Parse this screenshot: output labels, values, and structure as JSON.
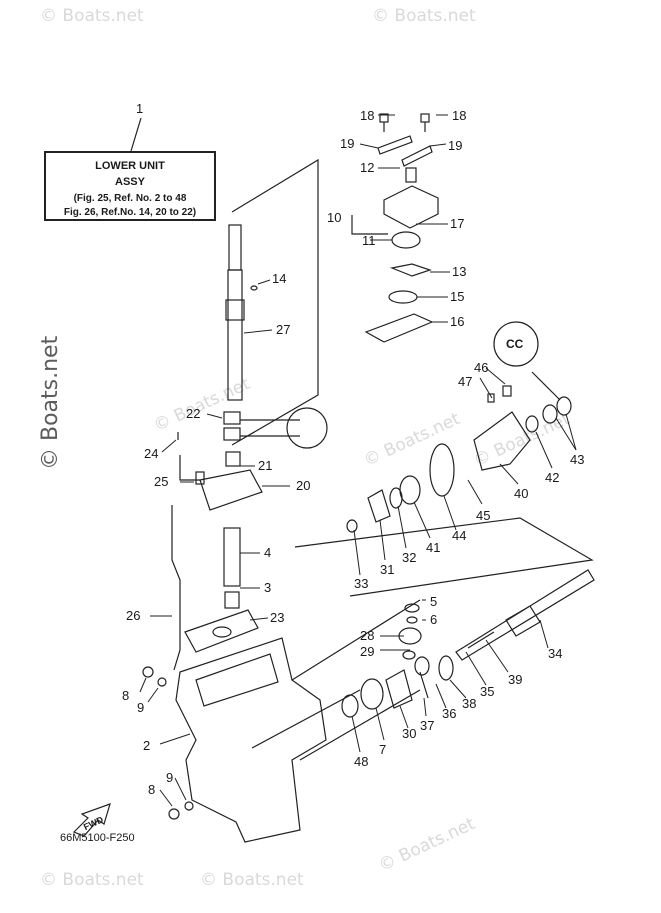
{
  "watermark": {
    "top_left": "© Boats.net",
    "top_right": "© Boats.net",
    "center_left": "© Boats.net",
    "center": "© Boats.net",
    "center_right": "© Boats.net",
    "bottom_left": "© Boats.net",
    "bottom_center": "© Boats.net",
    "bottom_right": "© Boats.net",
    "side": "© Boats.net"
  },
  "title_box": {
    "line1": "LOWER UNIT",
    "line2": "ASSY",
    "line3": "(Fig. 25, Ref. No. 2 to 48",
    "line4": "Fig. 26, Ref.No. 14, 20 to 22)"
  },
  "fwd_label": "FWD",
  "cc_label": "CC",
  "caption": "66M5100-F250",
  "callouts": [
    "1",
    "2",
    "3",
    "4",
    "5",
    "6",
    "7",
    "8",
    "9",
    "10",
    "11",
    "12",
    "13",
    "14",
    "15",
    "16",
    "17",
    "18",
    "19",
    "20",
    "21",
    "22",
    "23",
    "24",
    "25",
    "26",
    "27",
    "28",
    "29",
    "30",
    "31",
    "32",
    "33",
    "34",
    "35",
    "36",
    "37",
    "38",
    "39",
    "40",
    "41",
    "42",
    "43",
    "44",
    "45",
    "46",
    "47",
    "48"
  ],
  "callouts_extra": [
    "18",
    "19",
    "8",
    "9"
  ]
}
